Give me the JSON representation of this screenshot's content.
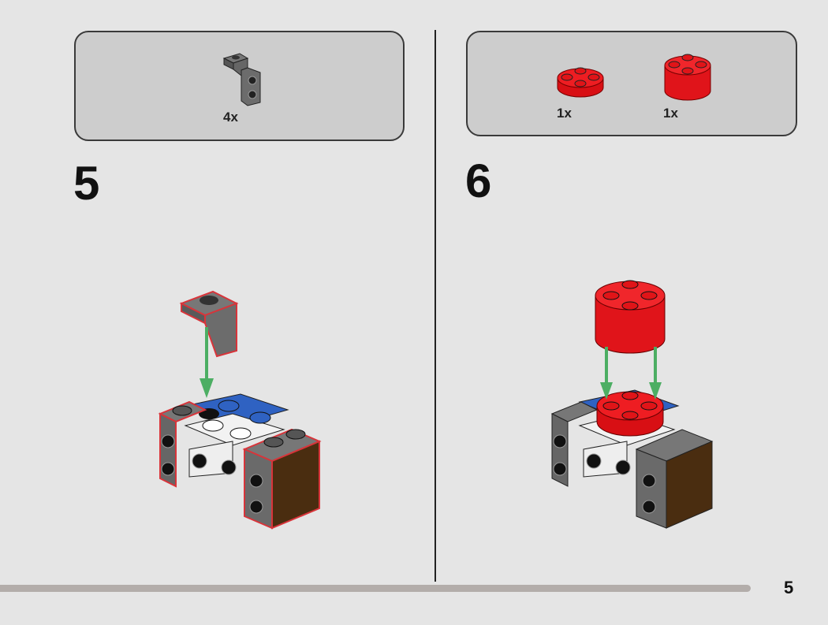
{
  "steps": [
    {
      "number": "5",
      "parts": [
        {
          "quantity": "4x",
          "part": "dark-gray-bracket-1x1-to-1x2"
        }
      ]
    },
    {
      "number": "6",
      "parts": [
        {
          "quantity": "1x",
          "part": "red-round-plate-2x2"
        },
        {
          "quantity": "1x",
          "part": "red-round-brick-2x2"
        }
      ]
    }
  ],
  "page_number": "5",
  "colors": {
    "red": "#e0141a",
    "gray": "#6b6b6b",
    "blue": "#2f62c2",
    "brown": "#4a2d10",
    "arrow": "#4cae63",
    "highlight": "#d8343a"
  }
}
